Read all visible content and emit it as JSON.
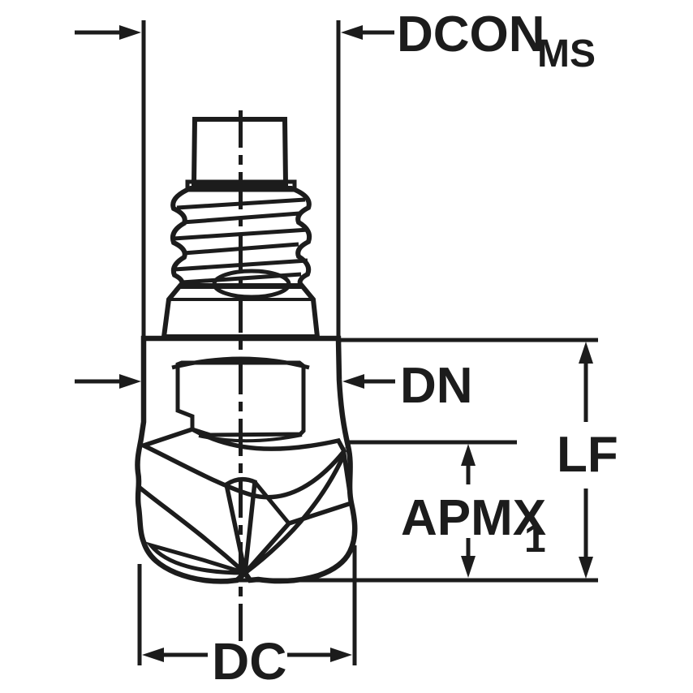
{
  "labels": {
    "dcon_main": "DCON",
    "dcon_sub": "MS",
    "dn": "DN",
    "lf": "LF",
    "apmx_main": "APMX",
    "apmx_sub": "1",
    "dc": "DC"
  },
  "colors": {
    "background": "#ffffff",
    "outline": "#1c1c1c",
    "shank_blue_light": "#eef2f7",
    "shank_blue": "#ccd7e3",
    "shank_blue_dark": "#9fb0c2",
    "body_light": "#f7f7f7",
    "body_mid": "#c9ccce",
    "body_dark": "#6f7275",
    "pocket_gray": "#72767a"
  }
}
